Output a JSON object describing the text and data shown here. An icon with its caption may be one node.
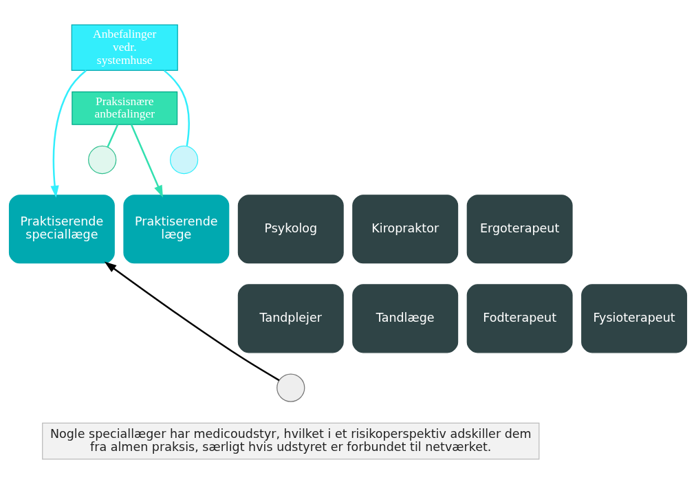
{
  "diagram": {
    "nodes": [
      {
        "text": [
          "Anbefalinger vedr. systemhuse"
        ]
      },
      {
        "text": [
          "Praksisnære anbefalinger"
        ]
      },
      {
        "text": [],
        "shape": "circle"
      },
      {
        "text": [],
        "shape": "circle"
      },
      {
        "text": [
          "Praktiserende speciallæge"
        ]
      },
      {
        "text": [
          "Praktiserende læge"
        ]
      },
      {
        "text": [
          "Psykolog"
        ]
      },
      {
        "text": [
          "Kiropraktor"
        ]
      },
      {
        "text": [
          "Ergoterapeut"
        ]
      },
      {
        "text": [
          "Tandplejer"
        ]
      },
      {
        "text": [
          "Tandlæge"
        ]
      },
      {
        "text": [
          "Fodterapeut"
        ]
      },
      {
        "text": [
          "Fysioterapeut"
        ]
      },
      {
        "text": [],
        "shape": "circle"
      },
      {
        "text": [
          "Nogle speciallæger har medicoudstyr, hvilket i et risikoperspektiv adskiller dem fra almen praksis, særligt hvis udstyret er forbundet til netværket."
        ]
      }
    ],
    "edges": [
      {
        "from": 0,
        "to": 4,
        "arrow": "to",
        "color": "#33eefc"
      },
      {
        "from": 0,
        "to": 3,
        "arrow": "none",
        "color": "#33eefc"
      },
      {
        "from": 1,
        "to": 2,
        "arrow": "none",
        "color": "#33e0b0"
      },
      {
        "from": 1,
        "to": 5,
        "arrow": "to",
        "color": "#33e0b0"
      },
      {
        "from": 13,
        "to": 4,
        "arrow": "to",
        "color": "#000000"
      }
    ]
  }
}
